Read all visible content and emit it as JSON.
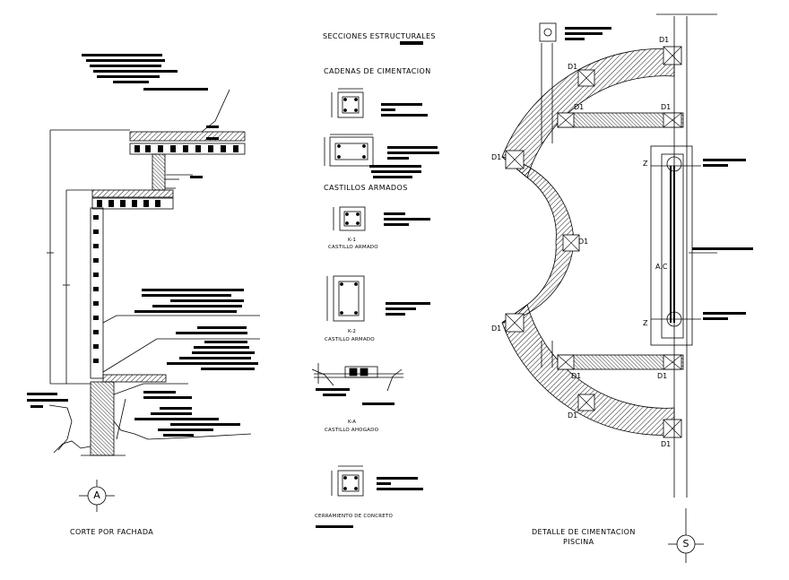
{
  "sheet": {
    "left_caption": "CORTE POR FACHADA",
    "left_axis": "A",
    "middle_title": "SECCIONES ESTRUCTURALES",
    "cadenas_title": "CADENAS DE CIMENTACION",
    "castillos_title": "CASTILLOS ARMADOS",
    "k1_code": "K-1",
    "k1_name": "CASTILLO ARMADO",
    "k2_code": "K-2",
    "k2_name": "CASTILLO ARMADO",
    "ka_code": "K-A",
    "ka_name": "CASTILLO AHOGADO",
    "cerramiento_title": "CERRAMIENTO DE CONCRETO",
    "right_caption_1": "DETALLE DE CIMENTACION",
    "right_caption_2": "PISCINA",
    "right_axis": "S",
    "d_label": "D1",
    "z_label": "Z",
    "ac_label": "A.C"
  },
  "colors": {
    "ink": "#000000",
    "paper": "#ffffff"
  }
}
